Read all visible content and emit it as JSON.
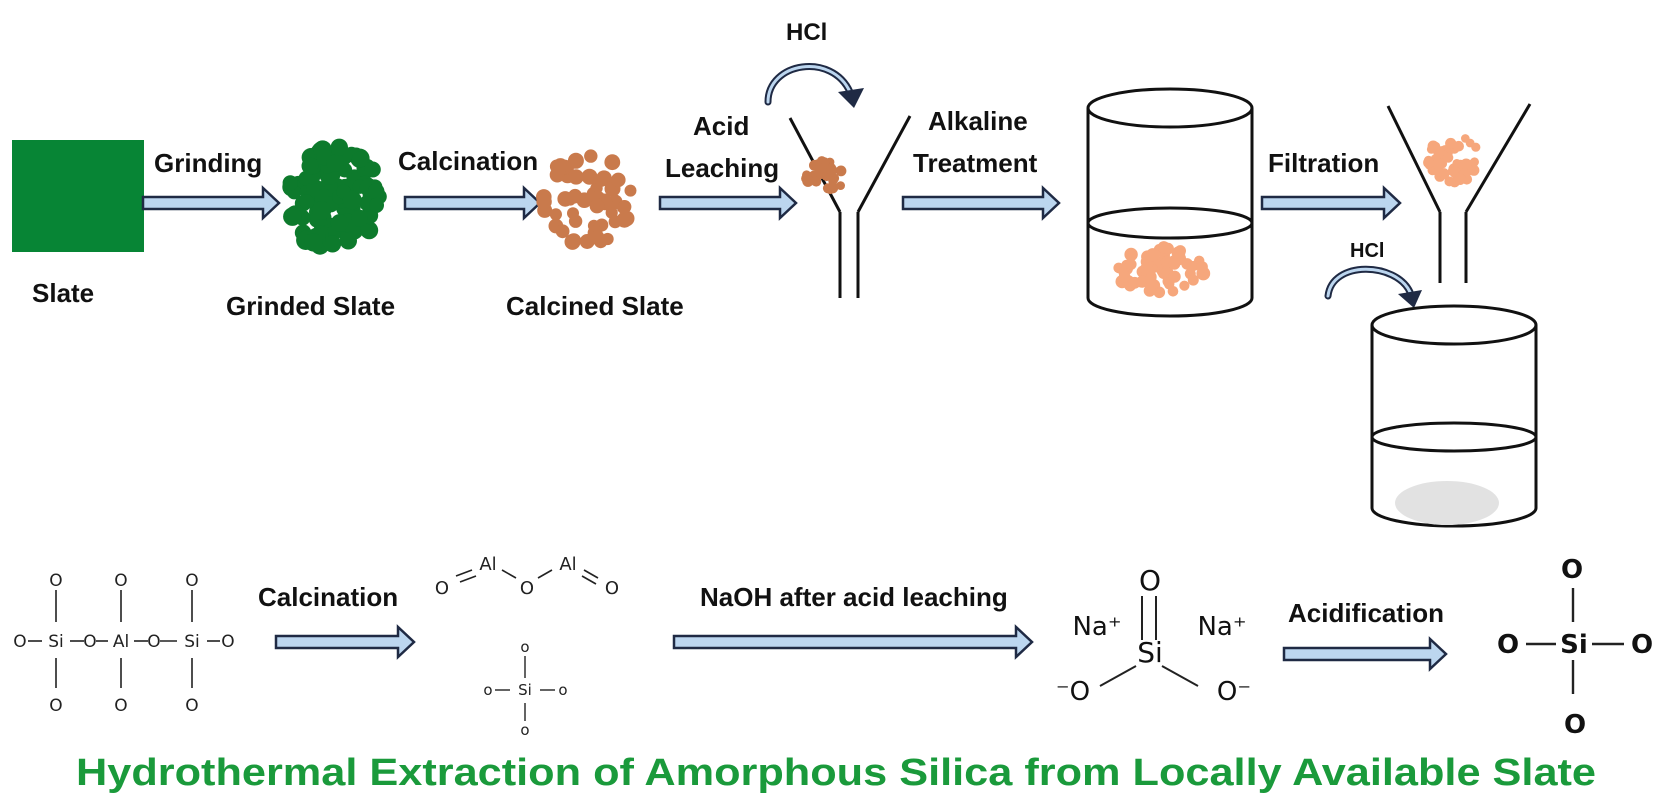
{
  "colors": {
    "slate": "#078535",
    "grinded": "#0d7a2c",
    "calcined": "#c97a4c",
    "particles_light": "#f6a77c",
    "silica": "#e2e2e2",
    "arrow_fill": "#bcd6ef",
    "arrow_stroke": "#1f2a44",
    "title": "#1a9a3b"
  },
  "top_flow": {
    "slate_label": "Slate",
    "grinded_label": "Grinded Slate",
    "calcined_label": "Calcined Slate",
    "steps": {
      "grinding": "Grinding",
      "calcination": "Calcination",
      "acid_leaching": [
        "Acid",
        "Leaching"
      ],
      "alkaline_treatment": [
        "Alkaline",
        "Treatment"
      ],
      "filtration": "Filtration"
    },
    "hcl_top": "HCl",
    "hcl_side": "HCl"
  },
  "bottom_flow": {
    "calcination": "Calcination",
    "naoh": "NaOH after acid leaching",
    "acidification": "Acidification",
    "atoms": {
      "o": "O",
      "o_small": "o",
      "si": "Si",
      "al": "Al",
      "na_plus": "Na⁺",
      "o_minus": "⁻O",
      "o_minus_r": "O⁻"
    }
  },
  "title": "Hydrothermal Extraction of Amorphous Silica from Locally Available Slate"
}
